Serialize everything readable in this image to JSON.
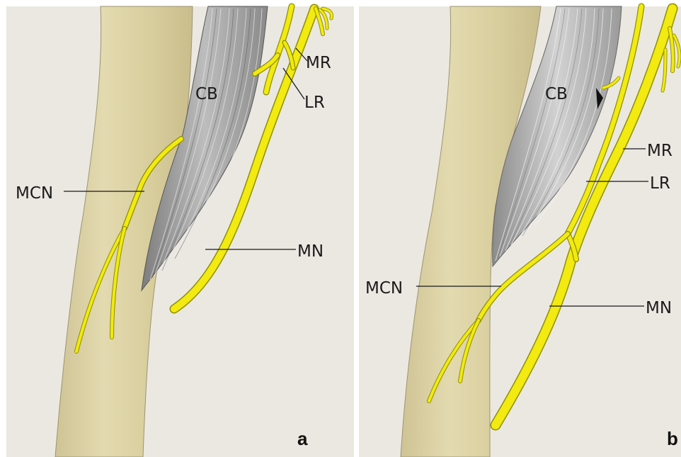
{
  "panels": [
    {
      "letter": "a",
      "labels": {
        "cb": "CB",
        "mr": "MR",
        "lr": "LR",
        "mcn": "MCN",
        "mn": "MN"
      }
    },
    {
      "letter": "b",
      "labels": {
        "cb": "CB",
        "mr": "MR",
        "lr": "LR",
        "mcn": "MCN",
        "mn": "MN"
      }
    }
  ],
  "colors": {
    "background": "#ebe8e1",
    "bone": "#d9cf9e",
    "muscle": "#9c9c9c",
    "nerve": "#f7f018"
  }
}
